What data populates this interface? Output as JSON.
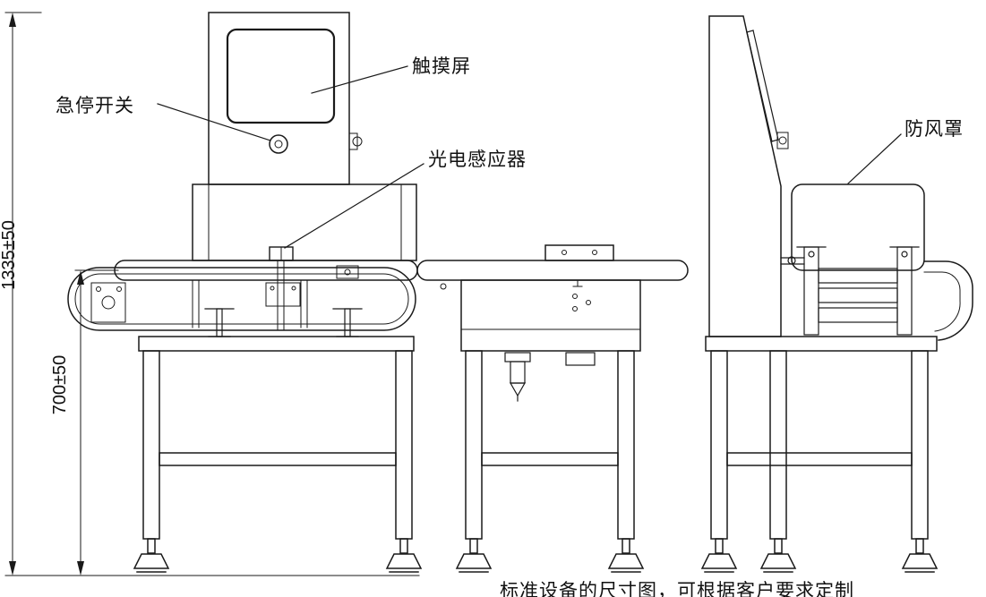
{
  "callouts": {
    "emergency_stop": "急停开关",
    "touch_screen": "触摸屏",
    "photo_sensor": "光电感应器",
    "wind_cover": "防风罩"
  },
  "dimensions": {
    "total_height": "1335±50",
    "belt_height": "700±50"
  },
  "caption": "标准设备的尺寸图，可根据客户要求定制"
}
